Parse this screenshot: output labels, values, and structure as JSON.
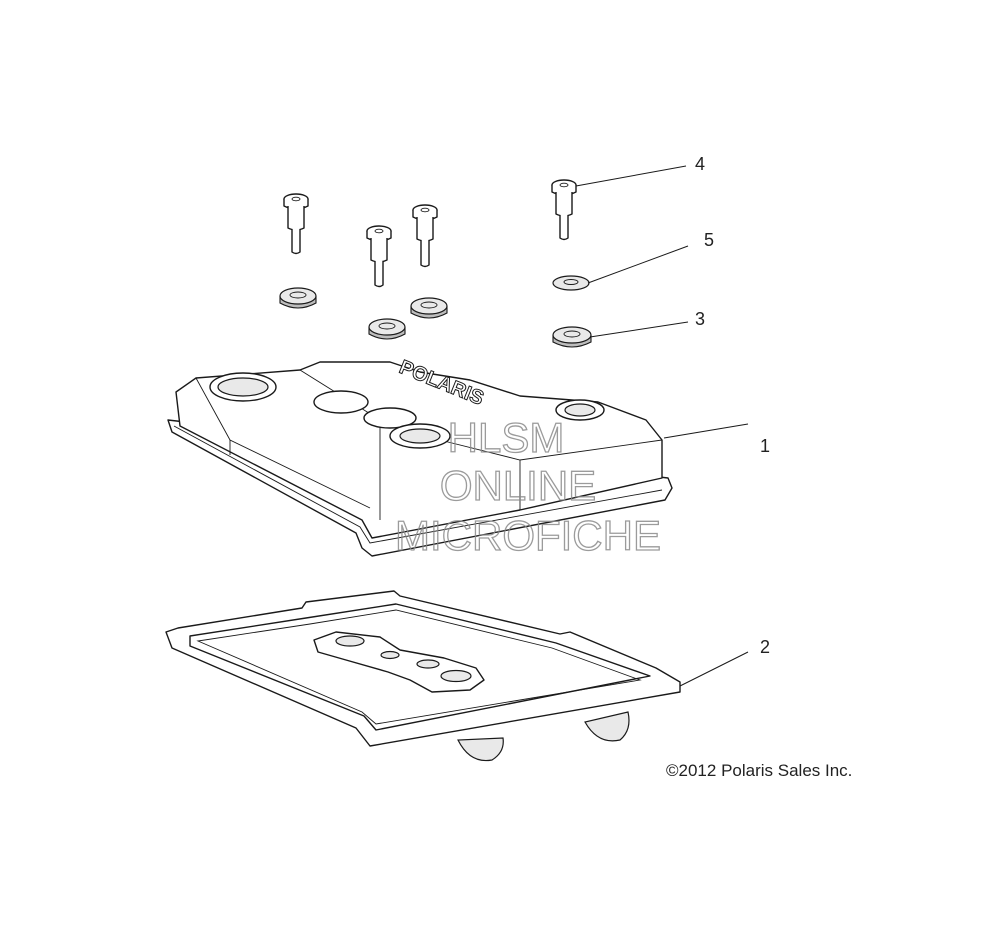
{
  "callouts": [
    {
      "id": "4",
      "label": "4"
    },
    {
      "id": "5",
      "label": "5"
    },
    {
      "id": "3",
      "label": "3"
    },
    {
      "id": "1",
      "label": "1"
    },
    {
      "id": "2",
      "label": "2"
    }
  ],
  "watermark": {
    "line1": "HLSM",
    "line2": "ONLINE",
    "line3": "MICROFICHE"
  },
  "cover_lettering": "POLARIS",
  "copyright": "©2012 Polaris Sales Inc."
}
